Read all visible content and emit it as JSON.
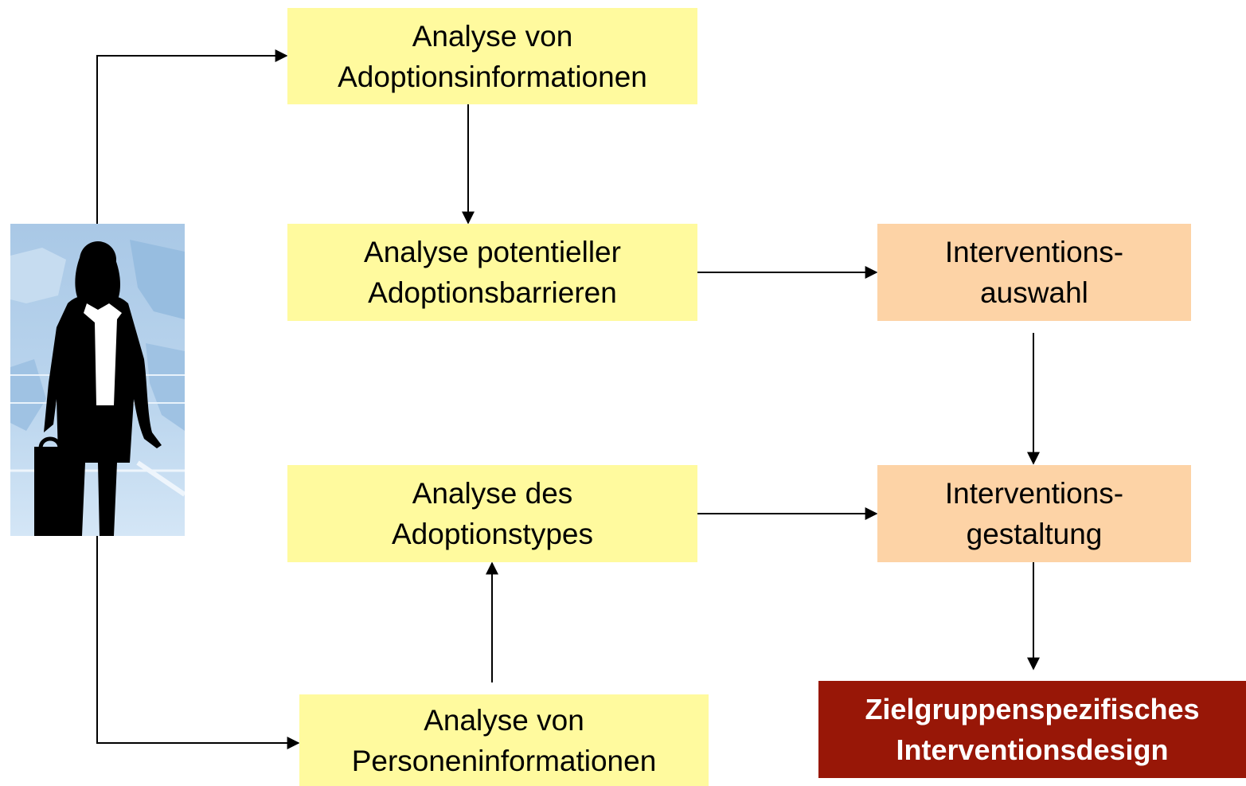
{
  "nodes": {
    "adoption_info": {
      "line1": "Analyse von",
      "line2": "Adoptionsinformationen"
    },
    "barriers": {
      "line1": "Analyse potentieller",
      "line2": "Adoptionsbarrieren"
    },
    "adoption_type": {
      "line1": "Analyse des",
      "line2": "Adoptionstypes"
    },
    "person_info": {
      "line1": "Analyse von",
      "line2": "Personeninformationen"
    },
    "intervention_selection": {
      "line1": "Interventions-",
      "line2": "auswahl"
    },
    "intervention_design_step": {
      "line1": "Interventions-",
      "line2": "gestaltung"
    },
    "result": {
      "line1": "Zielgruppenspezifisches",
      "line2": "Interventionsdesign"
    }
  },
  "colors": {
    "analysis_box": "#fffa9e",
    "intervention_box": "#fdd3a6",
    "result_box": "#981707",
    "result_text": "#ffffff",
    "connector": "#000000"
  },
  "image": {
    "icon": "businesswoman-silhouette-icon"
  }
}
